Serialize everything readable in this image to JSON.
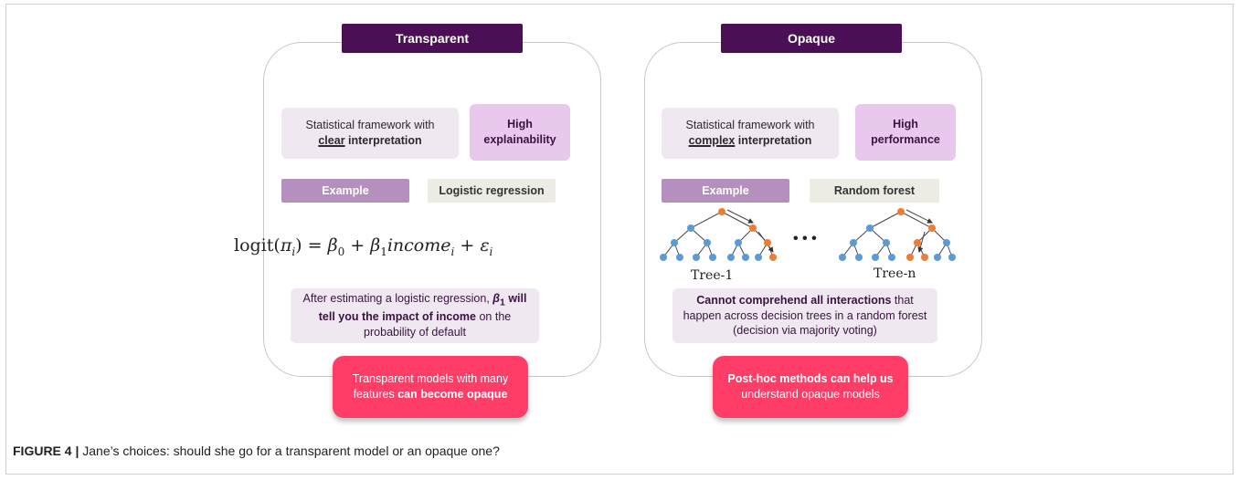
{
  "left": {
    "title": "Transparent",
    "framework_pre": "Statistical framework with",
    "framework_key": "clear",
    "framework_post": " interpretation",
    "badge_line1": "High",
    "badge_line2": "explainability",
    "example_label": "Example",
    "example_value": "Logistic regression",
    "note_part1": "After estimating a logistic regression, ",
    "note_beta": "β",
    "note_beta_sub": "1",
    "note_bold": "will tell you the impact of income",
    "note_part2": " on the probability of default",
    "callout_part1": "Transparent models with many features ",
    "callout_bold": "can become opaque"
  },
  "right": {
    "title": "Opaque",
    "framework_pre": "Statistical framework with",
    "framework_key": "complex",
    "framework_post": " interpretation",
    "badge_line1": "High",
    "badge_line2": "performance",
    "example_label": "Example",
    "example_value": "Random forest",
    "tree1_label": "Tree-1",
    "treen_label": "Tree-n",
    "ellipsis": "• • •",
    "note_bold": "Cannot comprehend all interactions",
    "note_part2": " that happen across decision trees in a random forest (decision via majority voting)",
    "callout_bold": "Post-hoc methods can help us",
    "callout_part2": " understand opaque models"
  },
  "caption": {
    "label": "FIGURE 4 |",
    "text": " Jane’s choices: should she go for a transparent model or an opaque one?"
  },
  "colors": {
    "title_bg": "#4b0f55",
    "badge_bg": "#e8c8ec",
    "example_bg": "#b590bf",
    "callout_bg": "#ff3d66",
    "node_blue": "#5b9bd5",
    "node_orange": "#ed7d31"
  }
}
